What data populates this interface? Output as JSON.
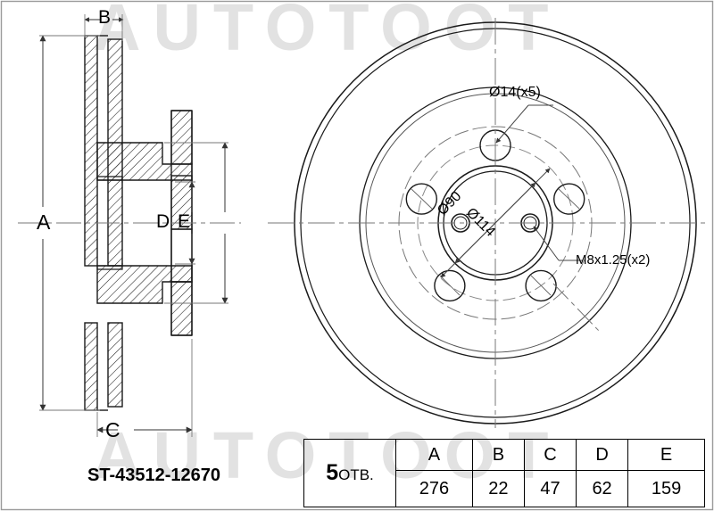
{
  "drawing": {
    "part_number": "ST-43512-12670",
    "watermark": "AUTOTOOT",
    "title": "Brake disc technical drawing"
  },
  "section_view": {
    "dims": [
      {
        "id": "A",
        "label": "A"
      },
      {
        "id": "B",
        "label": "B"
      },
      {
        "id": "C",
        "label": "C"
      },
      {
        "id": "D",
        "label": "D"
      },
      {
        "id": "E",
        "label": "E"
      }
    ]
  },
  "face_view": {
    "callouts": [
      {
        "id": "bolt-holes",
        "label": "Ø14(x5)"
      },
      {
        "id": "center-bore",
        "label": "Ø90"
      },
      {
        "id": "bolt-circle",
        "label": "Ø114"
      },
      {
        "id": "thread",
        "label": "M8x1.25(x2)"
      }
    ]
  },
  "spec_table": {
    "holes_label_number": "5",
    "holes_label_text": "ОТВ.",
    "headers": [
      "A",
      "B",
      "C",
      "D",
      "E"
    ],
    "values": [
      "276",
      "22",
      "47",
      "62",
      "159"
    ]
  },
  "colors": {
    "line": "#1a1a1a",
    "thin": "#555555",
    "watermark": "#e2e2e2",
    "background": "#ffffff"
  }
}
